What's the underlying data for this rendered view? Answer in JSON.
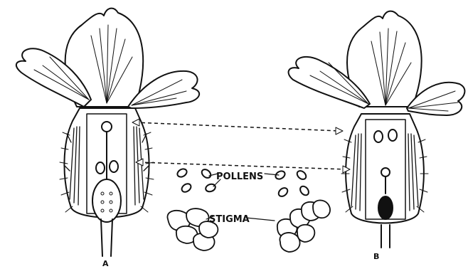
{
  "labels": {
    "pollens": "POLLENS",
    "stigma": "STIGMA",
    "flower_a": "A",
    "flower_b": "B"
  },
  "colors": {
    "ink": "#111111",
    "paper": "#ffffff"
  }
}
